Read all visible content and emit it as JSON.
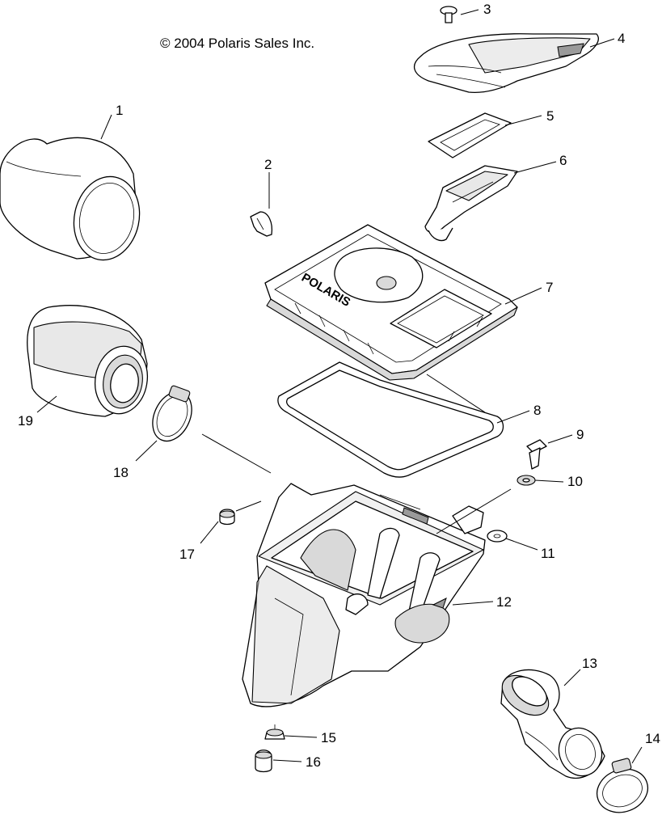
{
  "diagram": {
    "copyright": "© 2004 Polaris Sales Inc.",
    "brand_text": "POLARIS"
  },
  "callouts": [
    {
      "number": "1",
      "part": "pre-filter"
    },
    {
      "number": "2",
      "part": "clip"
    },
    {
      "number": "3",
      "part": "screw"
    },
    {
      "number": "4",
      "part": "intake duct"
    },
    {
      "number": "5",
      "part": "gasket"
    },
    {
      "number": "6",
      "part": "intake snorkel"
    },
    {
      "number": "7",
      "part": "airbox cover"
    },
    {
      "number": "8",
      "part": "seal"
    },
    {
      "number": "9",
      "part": "bolt"
    },
    {
      "number": "10",
      "part": "washer"
    },
    {
      "number": "11",
      "part": "washer"
    },
    {
      "number": "12",
      "part": "airbox"
    },
    {
      "number": "13",
      "part": "outlet boot"
    },
    {
      "number": "14",
      "part": "hose clamp"
    },
    {
      "number": "15",
      "part": "drain cap"
    },
    {
      "number": "16",
      "part": "plug"
    },
    {
      "number": "17",
      "part": "grommet"
    },
    {
      "number": "18",
      "part": "hose clamp"
    },
    {
      "number": "19",
      "part": "air filter"
    }
  ]
}
